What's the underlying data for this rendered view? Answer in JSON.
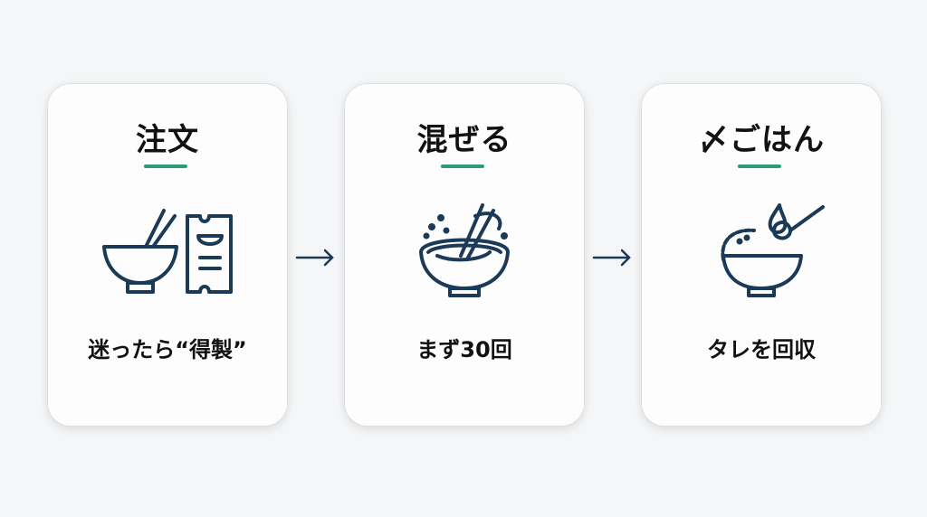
{
  "steps": [
    {
      "title": "注文",
      "icon": "bowl-and-ticket-icon",
      "caption": "迷ったら“得製”"
    },
    {
      "title": "混ぜる",
      "icon": "mixing-bowl-chopsticks-icon",
      "caption": "まず30回"
    },
    {
      "title": "〆ごはん",
      "icon": "rice-bowl-spoon-icon",
      "caption": "タレを回収"
    }
  ],
  "colors": {
    "icon": "#1b3a57",
    "accent": "#2e9c72",
    "text": "#111111"
  }
}
